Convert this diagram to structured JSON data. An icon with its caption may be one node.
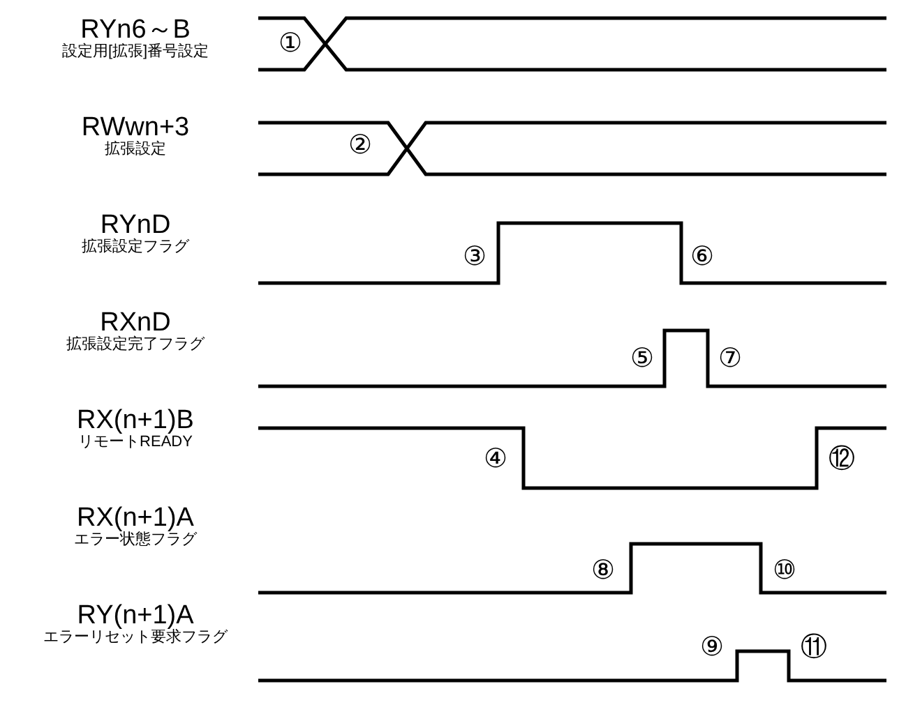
{
  "diagram": {
    "labels": [
      "RYn6～B",
      "設定用[拡張]番号設定",
      "①",
      "RWwn+3",
      "拡張設定",
      "②",
      "RYnD",
      "拡張設定フラグ",
      "③",
      "⑥",
      "RXnD",
      "拡張設定完了フラグ",
      "⑤",
      "⑦",
      "RX(n+1)B",
      "リモートREADY",
      "④",
      "⑫",
      "RX(n+1)A",
      "エラー状態フラグ",
      "⑧",
      "⑩",
      "RY(n+1)A",
      "エラーリセット要求フラグ",
      "⑨",
      "⑪"
    ]
  }
}
